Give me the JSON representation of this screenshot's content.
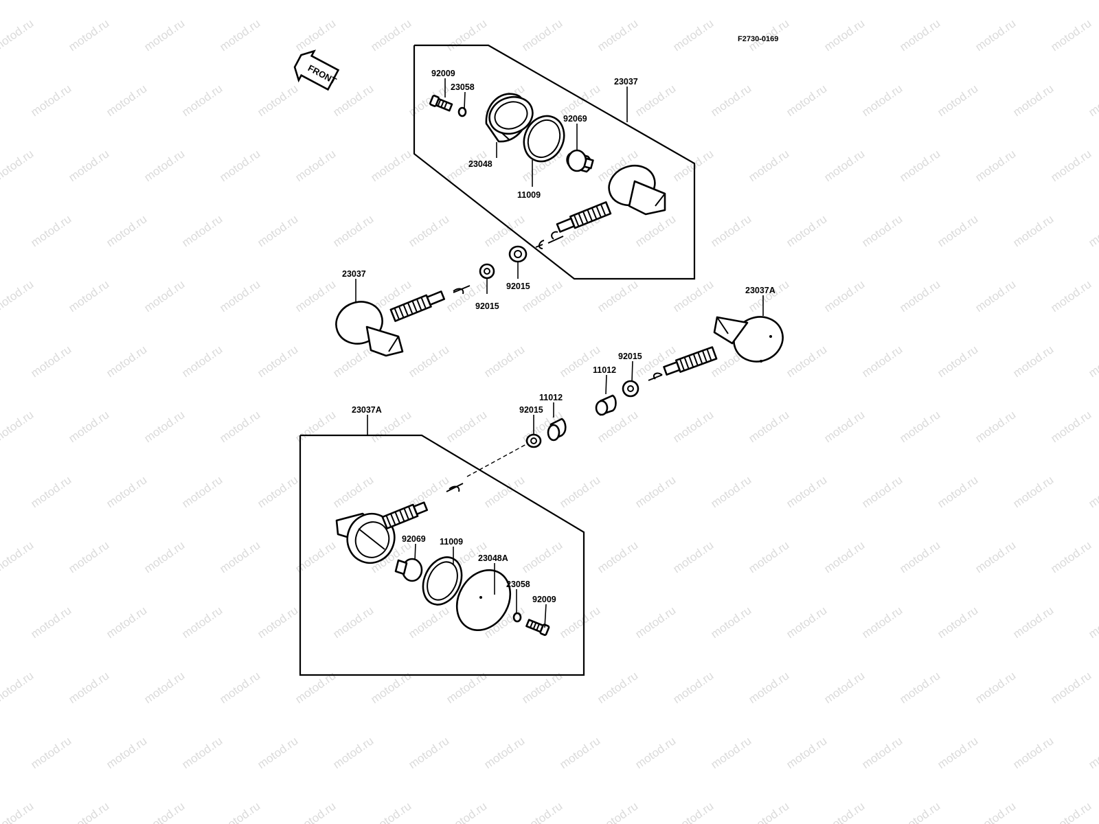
{
  "diagram_code": "F2730-0169",
  "front_arrow_label": "FRONT",
  "watermark": "motod.ru",
  "callouts": {
    "top_group_box": "23037",
    "top_screw": "92009",
    "top_washer": "23058",
    "top_lens": "23048",
    "top_gasket": "11009",
    "top_bulb": "92069",
    "top_nut": "92015",
    "left_assembly": "23037",
    "left_nut": "92015",
    "right_assembly": "23037A",
    "right_nut": "92015",
    "right_spacer": "11012",
    "mid_spacer": "11012",
    "mid_nut": "92015",
    "bottom_group_box": "23037A",
    "bottom_bulb": "92069",
    "bottom_gasket": "11009",
    "bottom_lens": "23048A",
    "bottom_washer": "23058",
    "bottom_screw": "92009"
  }
}
